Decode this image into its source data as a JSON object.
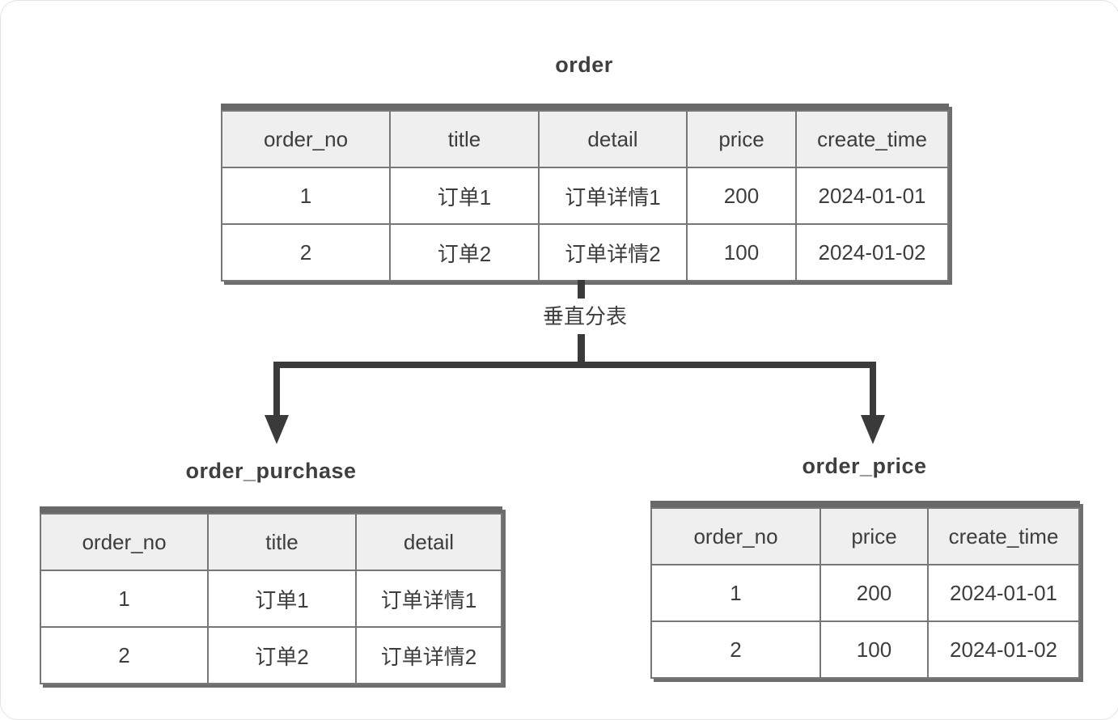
{
  "colors": {
    "header_bg": "#efefef",
    "grid_border": "#777777",
    "outer_border": "#4f4f4f",
    "table_shadow": "#6e6e6e",
    "connector": "#3a3a3a",
    "text": "#3d3d3d"
  },
  "diagram": {
    "split_label": "垂直分表",
    "source_table": {
      "title": "order",
      "headers": [
        "order_no",
        "title",
        "detail",
        "price",
        "create_time"
      ],
      "rows": [
        [
          "1",
          "订单1",
          "订单详情1",
          "200",
          "2024-01-01"
        ],
        [
          "2",
          "订单2",
          "订单详情2",
          "100",
          "2024-01-02"
        ]
      ]
    },
    "left_table": {
      "title": "order_purchase",
      "headers": [
        "order_no",
        "title",
        "detail"
      ],
      "rows": [
        [
          "1",
          "订单1",
          "订单详情1"
        ],
        [
          "2",
          "订单2",
          "订单详情2"
        ]
      ]
    },
    "right_table": {
      "title": "order_price",
      "headers": [
        "order_no",
        "price",
        "create_time"
      ],
      "rows": [
        [
          "1",
          "200",
          "2024-01-01"
        ],
        [
          "2",
          "100",
          "2024-01-02"
        ]
      ]
    }
  }
}
